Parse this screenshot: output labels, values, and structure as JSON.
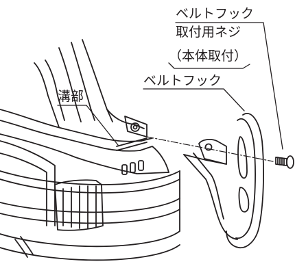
{
  "labels": {
    "screw_line1": "ベルトフック",
    "screw_line2": "取付用ネジ",
    "screw_note": "（本体取付）",
    "belt_hook": "ベルトフック",
    "groove": "溝部"
  }
}
